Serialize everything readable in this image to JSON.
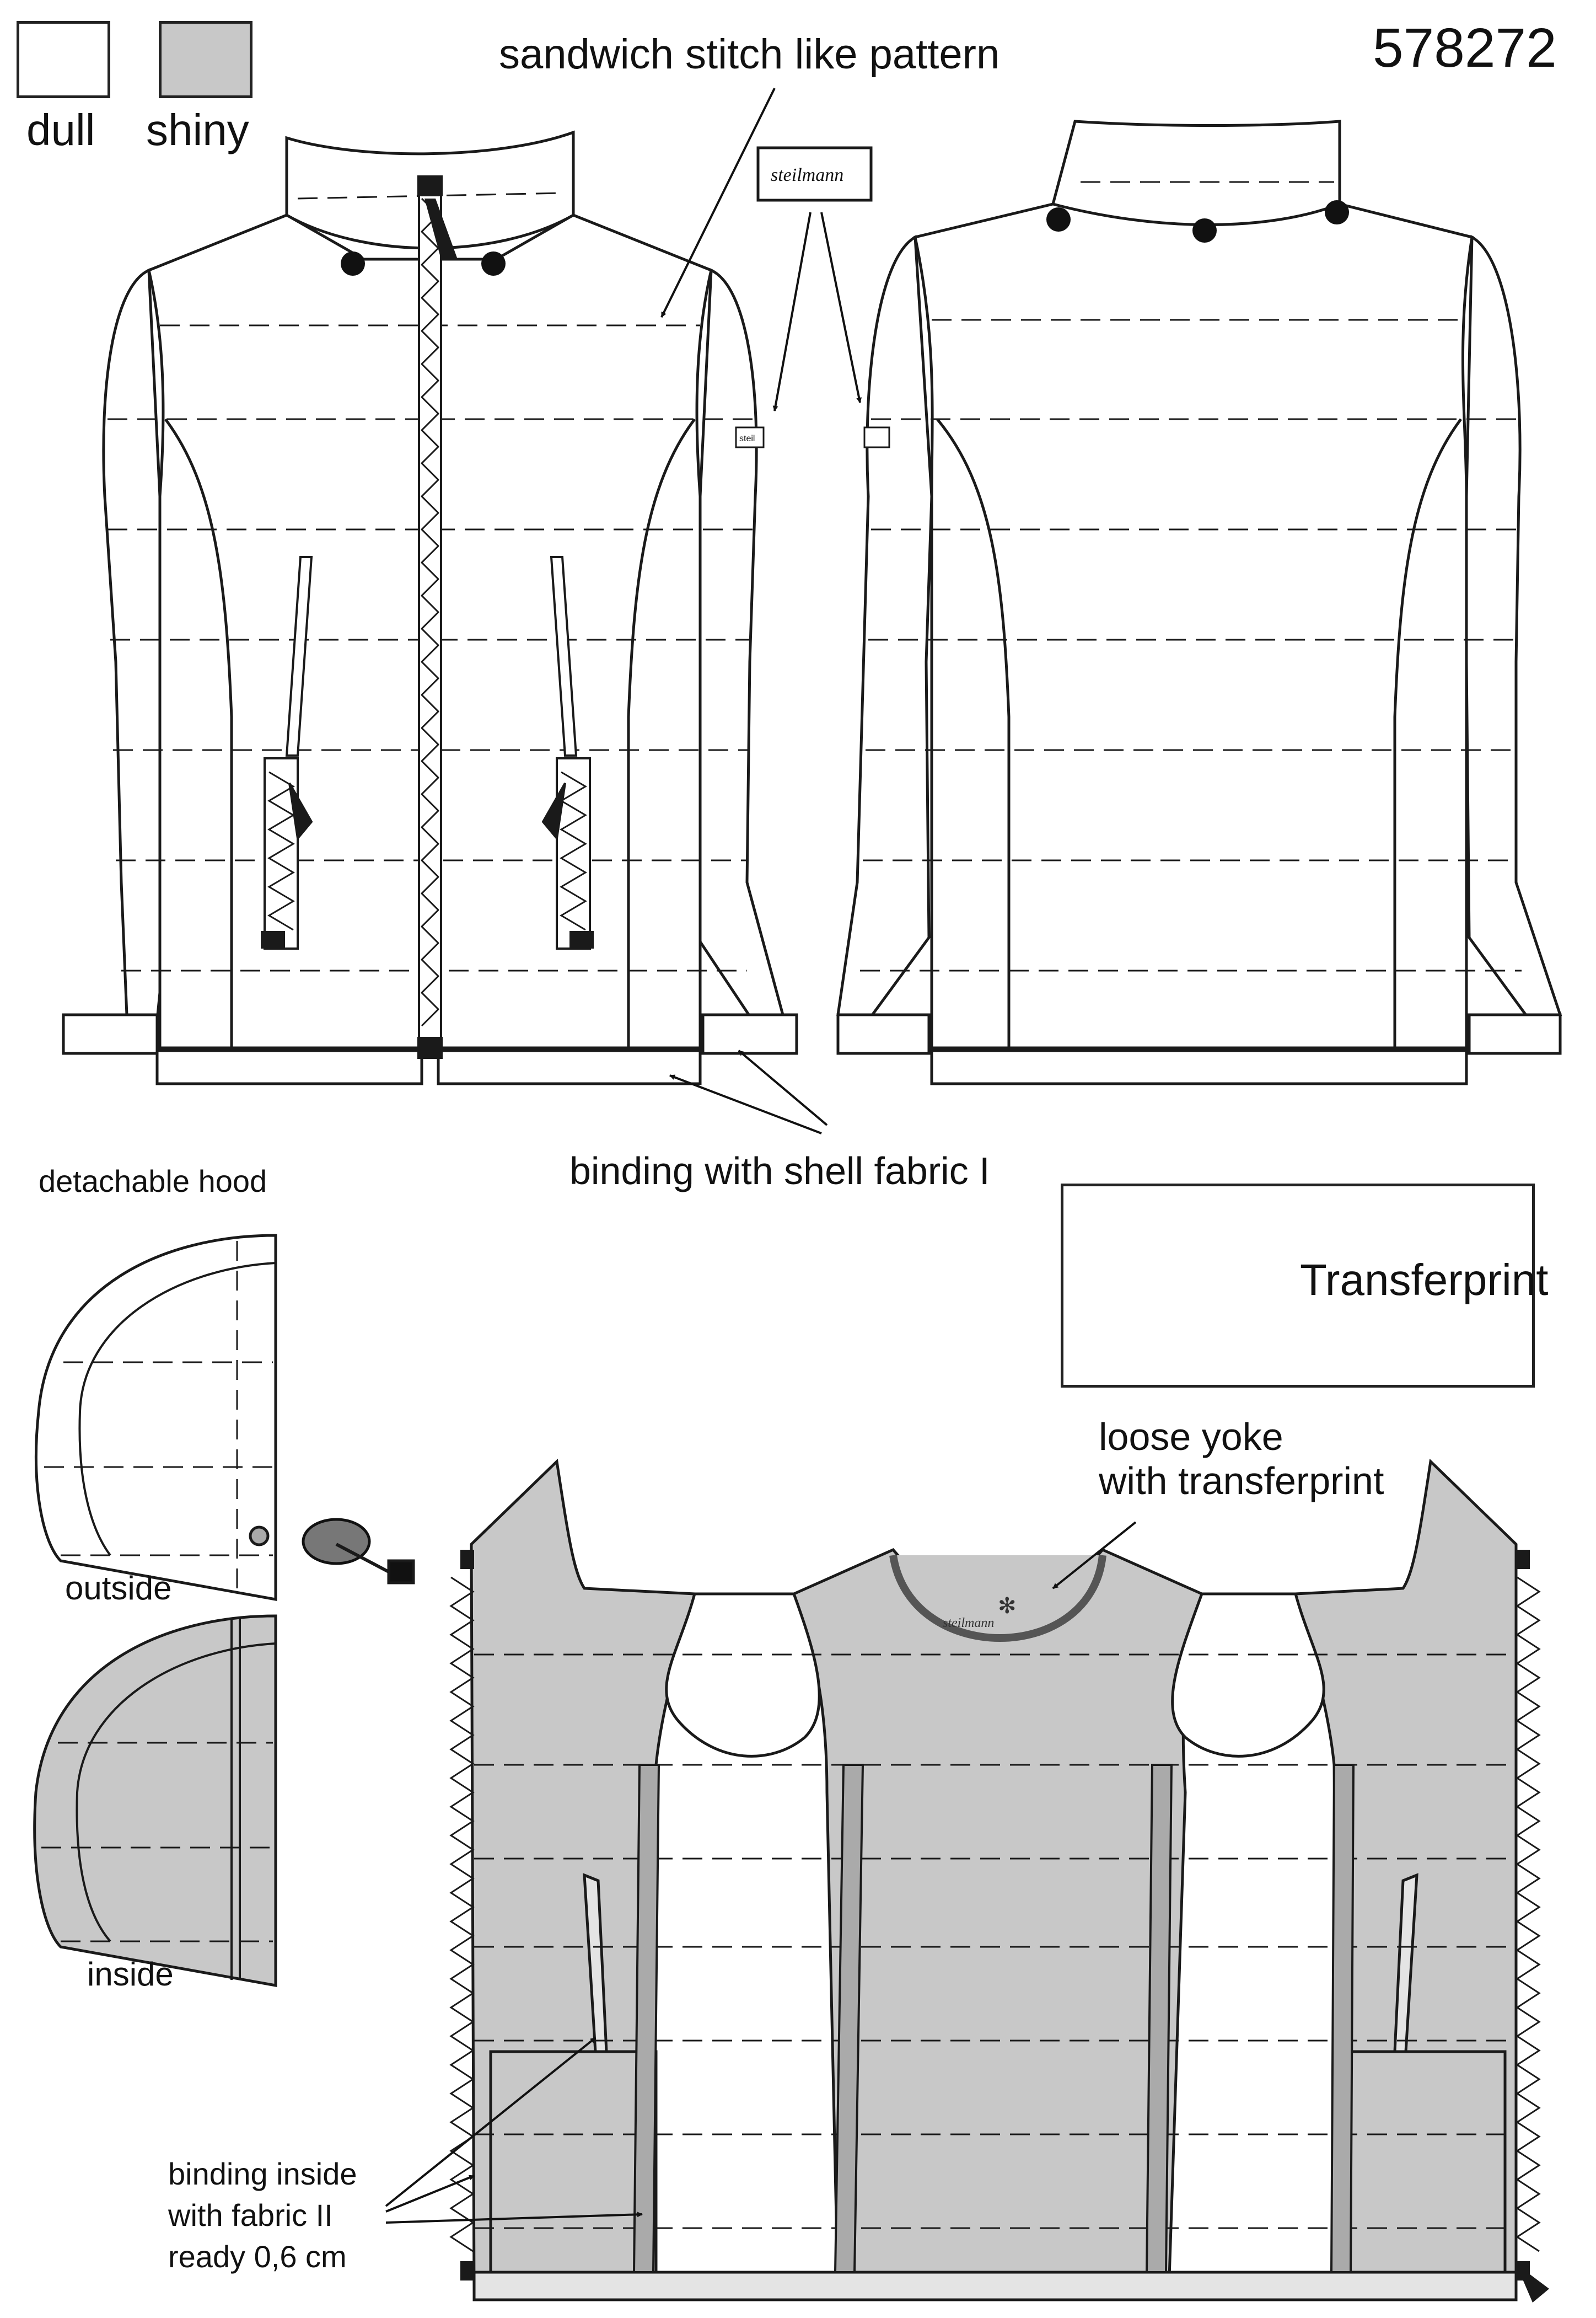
{
  "style_number": "578272",
  "legend": {
    "dull_label": "dull",
    "shiny_label": "shiny",
    "dull_color": "#ffffff",
    "shiny_color": "#c8c8c8"
  },
  "labels": {
    "sandwich": "sandwich  stitch like pattern",
    "binding_shell": "binding with shell fabric I",
    "detachable_hood": "detachable hood",
    "outside": "outside",
    "inside": "inside",
    "transferprint": "Transferprint",
    "loose_yoke_1": "loose yoke",
    "loose_yoke_2": "with transferprint",
    "binding_inside_1": "binding inside",
    "binding_inside_2": "with fabric II",
    "binding_inside_3": "ready 0,6 cm"
  },
  "brand": {
    "logo_text": "steilmann",
    "sleeve_tag_text": "steil"
  },
  "colors": {
    "line": "#1a1a1a",
    "shiny_fill": "#c8c8c8",
    "binding_fill": "#aaaaaa",
    "zipper_dark": "#1a1a1a"
  }
}
